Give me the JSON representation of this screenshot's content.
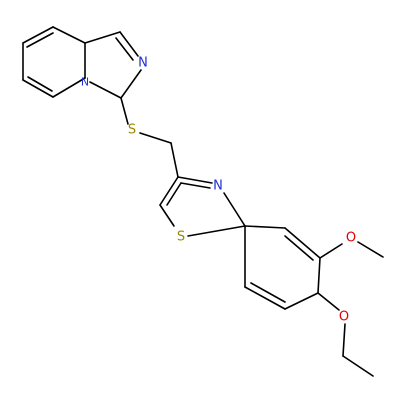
{
  "colors": {
    "bond": "#000000",
    "N": "#1f2fd6",
    "S": "#9b8a00",
    "O": "#e00000"
  },
  "atoms": [
    {
      "symbol": "N",
      "element": "N"
    },
    {
      "symbol": "N",
      "element": "N"
    },
    {
      "symbol": "S",
      "element": "S"
    },
    {
      "symbol": "N",
      "element": "N"
    },
    {
      "symbol": "S",
      "element": "S"
    },
    {
      "symbol": "O",
      "element": "O"
    },
    {
      "symbol": "O",
      "element": "O"
    }
  ]
}
